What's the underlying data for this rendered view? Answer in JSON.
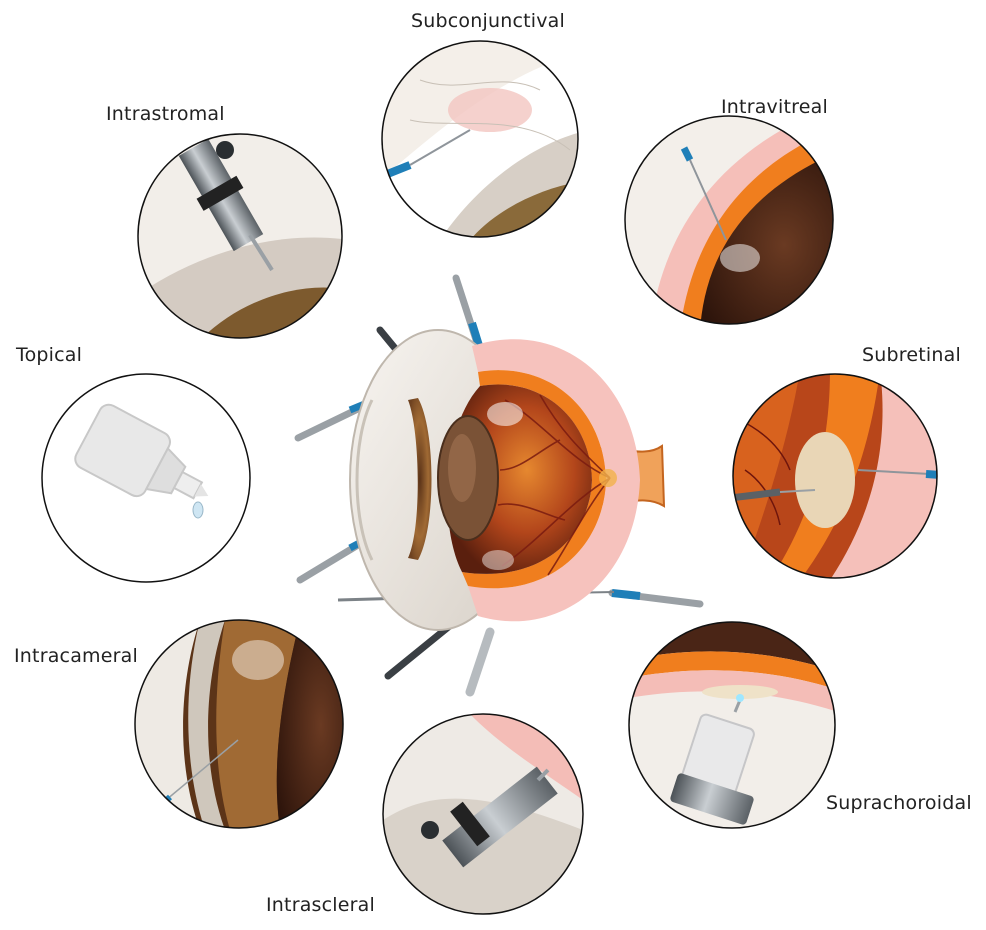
{
  "labels": {
    "subconjunctival": "Subconjunctival",
    "intrastromal": "Intrastromal",
    "intravitreal": "Intravitreal",
    "topical": "Topical",
    "subretinal": "Subretinal",
    "intracameral": "Intracameral",
    "suprachoroidal": "Suprachoroidal",
    "intrascleral": "Intrascleral"
  },
  "colors": {
    "outline": "#111111",
    "sclera": "#efe9e2",
    "retina": "#c2521a",
    "choroid": "#f07e1e",
    "conjunctiva": "#f2b9b4",
    "iris": "#8a5a2a",
    "lens": "#6b4630",
    "vitreous": "#4a2516",
    "needle_hub": "#1f7fb8",
    "metal": "#8f959b"
  },
  "icons": {
    "topical": "eye-drop-bottle-icon",
    "intrastromal": "microinjector-icon",
    "intrascleral": "microinjector-icon",
    "suprachoroidal": "microneedle-syringe-icon"
  }
}
